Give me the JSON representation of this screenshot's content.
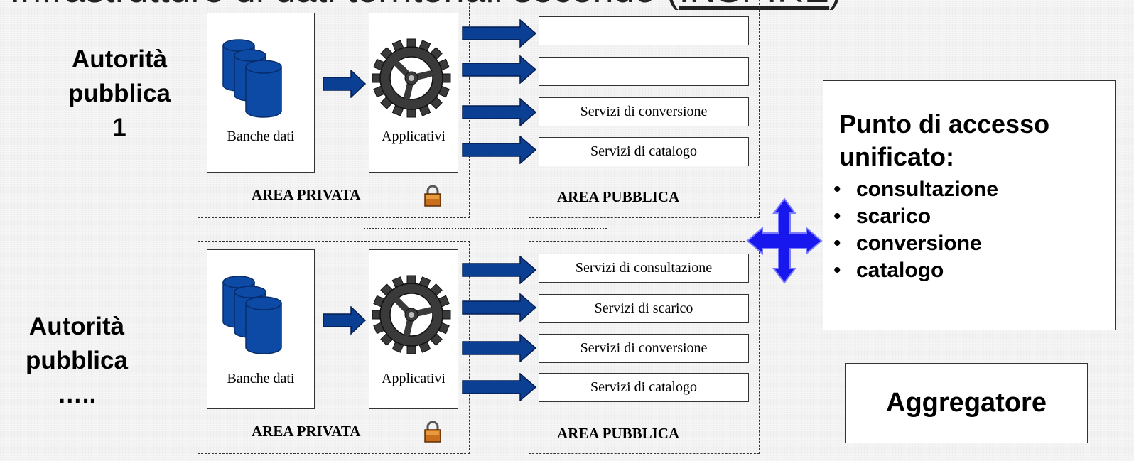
{
  "title": {
    "text": "Infrastrutture di dati territoriali secondo (",
    "link": "INSPIRE",
    "end": ")"
  },
  "authority1": {
    "line1": "Autorità",
    "line2": "pubblica",
    "line3": "1"
  },
  "authority2": {
    "line1": "Autorità",
    "line2": "pubblica",
    "line3": "….."
  },
  "block1": {
    "db_label": "Banche dati",
    "app_label": "Applicativi",
    "private_area": "AREA PRIVATA",
    "public_area": "AREA PUBBLICA",
    "services": [
      "",
      "",
      "Servizi di conversione",
      "Servizi di catalogo"
    ]
  },
  "block2": {
    "db_label": "Banche dati",
    "app_label": "Applicativi",
    "private_area": "AREA PRIVATA",
    "public_area": "AREA PUBBLICA",
    "services": [
      "Servizi di consultazione",
      "Servizi di scarico",
      "Servizi di conversione",
      "Servizi di catalogo"
    ]
  },
  "access_point": {
    "title_line1": "Punto di accesso",
    "title_line2": "unificato:",
    "items": [
      "consultazione",
      "scarico",
      "conversione",
      "catalogo"
    ]
  },
  "aggregator": {
    "label": "Aggregatore"
  },
  "icons": {
    "database": "database-icon",
    "gear": "gear-icon",
    "lock": "padlock-icon",
    "arrow": "right-arrow-icon",
    "cross": "four-way-arrow-icon"
  },
  "colors": {
    "arrow_fill": "#0b3f94",
    "cross_fill": "#1818ee",
    "db_fill": "#0d4aa6"
  }
}
